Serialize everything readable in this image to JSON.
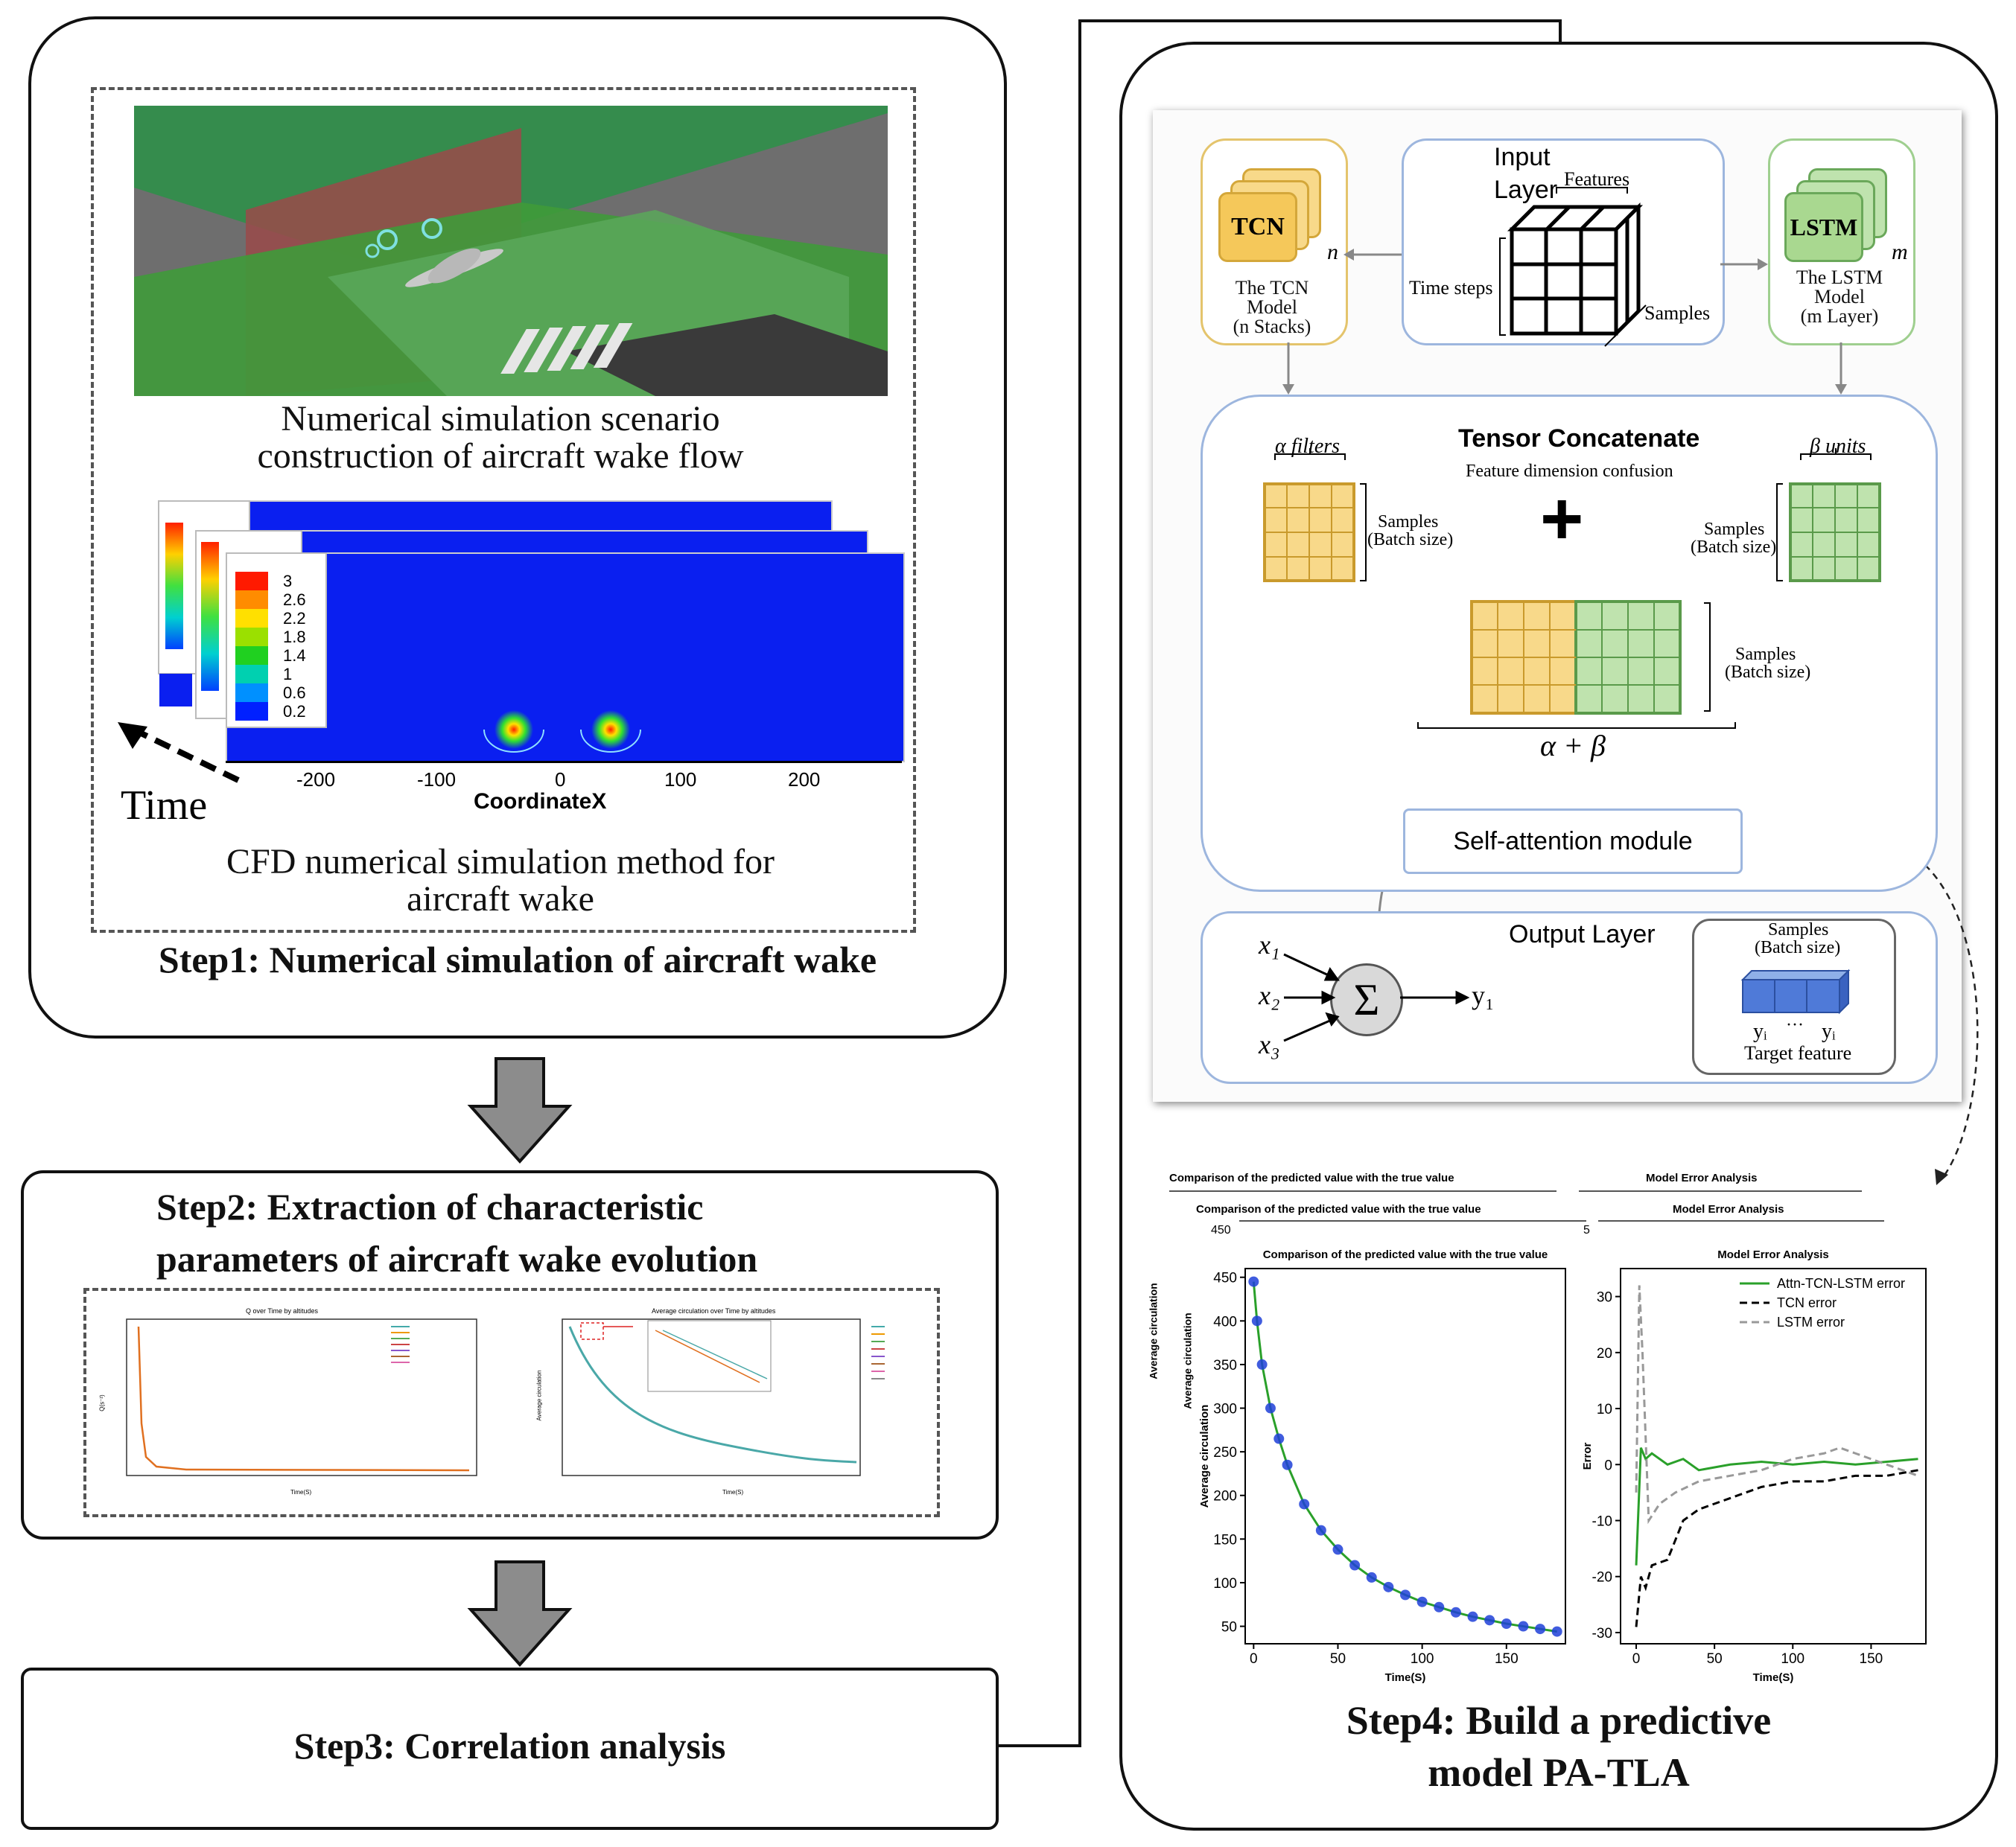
{
  "step1": {
    "title": "Step1: Numerical simulation of aircraft wake",
    "caption_top_l1": "Numerical simulation scenario",
    "caption_top_l2": "construction of aircraft wake flow",
    "caption_bottom_l1": "CFD numerical simulation method for",
    "caption_bottom_l2": "aircraft wake",
    "time_label": "Time",
    "colorbar_values": [
      "3",
      "2.6",
      "2.2",
      "1.8",
      "1.4",
      "1",
      "0.6",
      "0.2"
    ],
    "x_ticks": [
      "-200",
      "-100",
      "0",
      "100",
      "200"
    ],
    "x_axis_label": "CoordinateX"
  },
  "step2": {
    "title_l1": "Step2: Extraction of characteristic",
    "title_l2": "parameters of aircraft wake evolution",
    "chart1_title": "Q over Time by altitudes",
    "chart1_ylabel": "Q(s⁻²)",
    "chart1_xlabel": "Time(S)",
    "chart2_title": "Average circulation over Time by altitudes",
    "chart2_ylabel": "Average circulation",
    "chart2_xlabel": "Time(S)"
  },
  "step3": {
    "title": "Step3: Correlation analysis"
  },
  "step4": {
    "title_l1": "Step4: Build a predictive",
    "title_l2": "model PA-TLA",
    "input_layer_l1": "Input",
    "input_layer_l2": "Layer",
    "features": "Features",
    "time_steps": "Time steps",
    "samples": "Samples",
    "tcn": "TCN",
    "tcn_n": "n",
    "tcn_cap_l1": "The TCN",
    "tcn_cap_l2": "Model",
    "tcn_cap_l3": "(n Stacks)",
    "lstm": "LSTM",
    "lstm_m": "m",
    "lstm_cap_l1": "The LSTM",
    "lstm_cap_l2": "Model",
    "lstm_cap_l3": "(m Layer)",
    "tensor_concat": "Tensor Concatenate",
    "feature_confusion": "Feature dimension confusion",
    "alpha_filters": "α  filters",
    "beta_units": "β  units",
    "samples_batch_l1": "Samples",
    "samples_batch_l2": "(Batch size)",
    "alpha_plus_beta": "α + β",
    "self_attention": "Self-attention module",
    "output_layer": "Output Layer",
    "x1": "x₁",
    "x2": "x₂",
    "x3": "x₃",
    "sigma": "Σ",
    "y1": "y₁",
    "target_feature": "Target feature",
    "yi_left": "yᵢ",
    "yi_dots": "···",
    "yi_right": "yᵢ",
    "cmp_title": "Comparison of the predicted value with the true value",
    "err_title": "Model Error Analysis",
    "cmp_ylabel": "Average circulation",
    "x_label": "Time(S)",
    "err_ylabel": "Error",
    "ghost_450": "450",
    "ghost_5": "5"
  },
  "chart_data": [
    {
      "type": "line",
      "title": "Comparison of the predicted value with the true value",
      "xlabel": "Time(S)",
      "ylabel": "Average circulation",
      "xlim": [
        -5,
        185
      ],
      "ylim": [
        30,
        460
      ],
      "x_ticks": [
        0,
        50,
        100,
        150
      ],
      "y_ticks": [
        50,
        100,
        150,
        200,
        250,
        300,
        350,
        400,
        450
      ],
      "series": [
        {
          "x": [
            0,
            2,
            5,
            10,
            15,
            20,
            30,
            40,
            50,
            60,
            70,
            80,
            90,
            100,
            110,
            120,
            130,
            140,
            150,
            160,
            170,
            180
          ],
          "values": [
            445,
            400,
            350,
            300,
            265,
            235,
            190,
            160,
            138,
            120,
            106,
            95,
            86,
            78,
            72,
            66,
            61,
            57,
            53,
            50,
            47,
            44
          ]
        }
      ]
    },
    {
      "type": "line",
      "title": "Model Error Analysis",
      "xlabel": "Time(S)",
      "ylabel": "Error",
      "xlim": [
        -10,
        185
      ],
      "ylim": [
        -32,
        35
      ],
      "x_ticks": [
        0,
        50,
        100,
        150
      ],
      "y_ticks": [
        -30,
        -20,
        -10,
        0,
        10,
        20,
        30
      ],
      "series": [
        {
          "name": "Attn-TCN-LSTM error",
          "x": [
            0,
            3,
            6,
            10,
            20,
            30,
            40,
            60,
            80,
            100,
            120,
            140,
            160,
            180
          ],
          "values": [
            -18,
            3,
            1,
            2,
            0,
            1,
            -1,
            0,
            0.5,
            0,
            0.5,
            0,
            0.5,
            1
          ]
        },
        {
          "name": "TCN error",
          "x": [
            0,
            3,
            6,
            10,
            20,
            30,
            40,
            60,
            80,
            100,
            120,
            140,
            160,
            180
          ],
          "values": [
            -29,
            -20,
            -22,
            -18,
            -17,
            -10,
            -8,
            -6,
            -4,
            -3,
            -3,
            -2,
            -2,
            -1
          ]
        },
        {
          "name": "LSTM error",
          "x": [
            0,
            2,
            4,
            8,
            15,
            25,
            40,
            60,
            80,
            100,
            120,
            130,
            140,
            160,
            180
          ],
          "values": [
            -5,
            32,
            20,
            -10,
            -7,
            -5,
            -3,
            -2,
            -1,
            1,
            2,
            3,
            2,
            0,
            -2
          ]
        }
      ]
    }
  ]
}
